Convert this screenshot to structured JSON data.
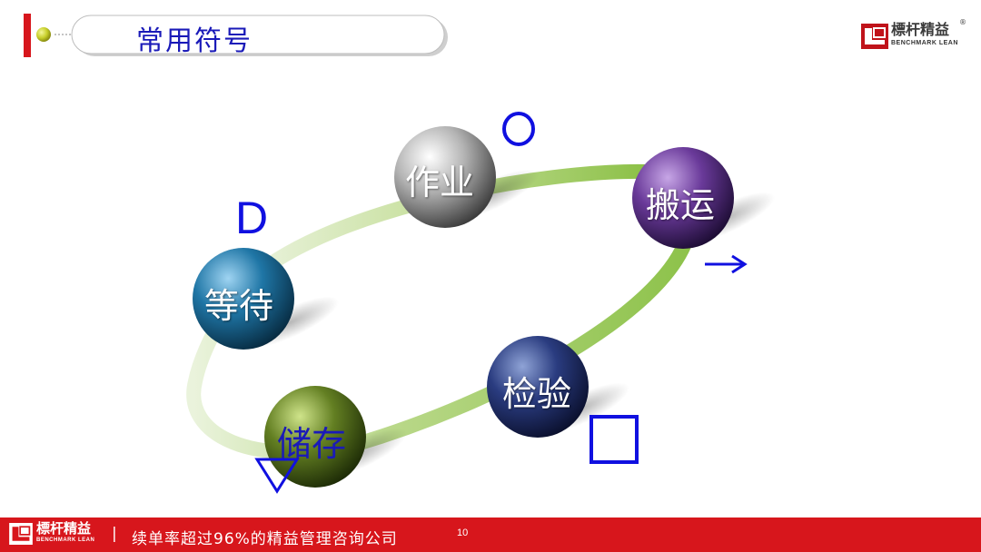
{
  "header": {
    "title": "常用符号",
    "logo_cn": "標杆精益",
    "logo_en": "BENCHMARK LEAN",
    "logo_mark": "®"
  },
  "nodes": [
    {
      "id": "operation",
      "label": "作业",
      "symbol": "O",
      "color": "#9a9a9a"
    },
    {
      "id": "transport",
      "label": "搬运",
      "symbol": "→",
      "color": "#5b2d88"
    },
    {
      "id": "inspection",
      "label": "检验",
      "symbol": "□",
      "color": "#1f2f6e"
    },
    {
      "id": "storage",
      "label": "储存",
      "symbol": "▽",
      "color": "#5a7a1e"
    },
    {
      "id": "delay",
      "label": "等待",
      "symbol": "D",
      "color": "#1e6f9a"
    }
  ],
  "footer": {
    "logo_cn": "標杆精益",
    "logo_en": "BENCHMARK LEAN",
    "separator": "|",
    "tagline": "续单率超过96%的精益管理咨询公司",
    "page_number": "10"
  },
  "colors": {
    "accent_red": "#d7161c",
    "symbol_blue": "#1010e0",
    "title_blue": "#1a1ab8",
    "ring_green": "#8fc34a"
  }
}
